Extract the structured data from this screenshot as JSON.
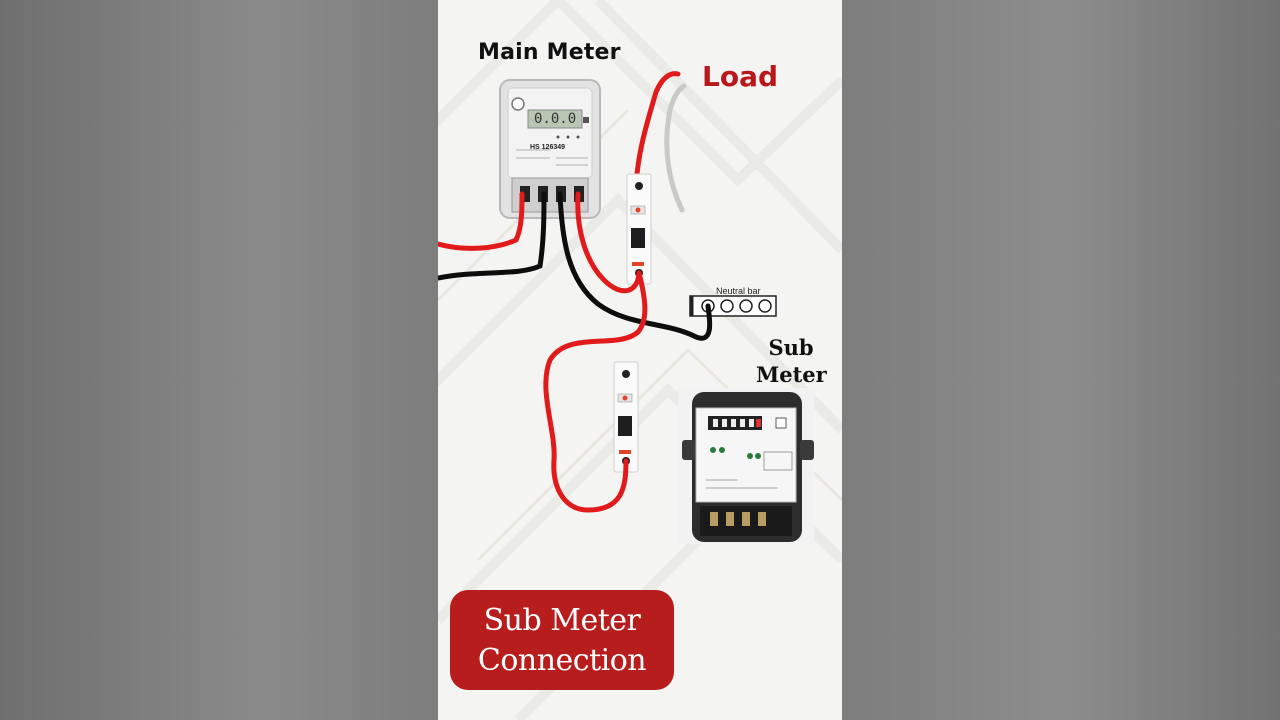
{
  "diagram": {
    "title_main_meter": "Main Meter",
    "title_load": "Load",
    "title_sub_meter_line1": "Sub",
    "title_sub_meter_line2": "Meter",
    "neutral_bar_label": "Neutral bar",
    "banner_line1": "Sub Meter",
    "banner_line2": "Connection",
    "main_meter_reading": "0.0.0",
    "main_meter_serial": "HS 126349"
  },
  "colors": {
    "phase_wire": "#e11b1b",
    "neutral_wire": "#0d0d0d",
    "banner": "#b81d1d",
    "load_text": "#b8171c"
  },
  "icons": [
    "main-meter-icon",
    "sub-meter-icon",
    "mcb-icon",
    "neutral-bar-icon"
  ]
}
